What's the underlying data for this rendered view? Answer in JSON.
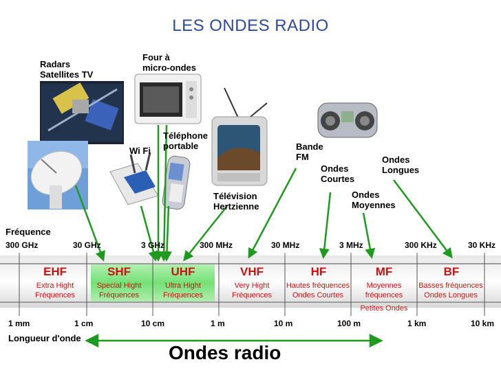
{
  "title": "LES ONDES RADIO",
  "device_labels": {
    "radars": [
      "Radars",
      "Satellites TV"
    ],
    "four": [
      "Four à",
      "micro-ondes"
    ],
    "wifi": "Wi Fi",
    "telephone": [
      "Téléphone",
      "portable"
    ],
    "television": [
      "Télévision",
      "Hertzienne"
    ],
    "bande_fm": [
      "Bande",
      "FM"
    ],
    "ondes_courtes": [
      "Ondes",
      "Courtes"
    ],
    "ondes_moyennes": [
      "Ondes",
      "Moyennes"
    ],
    "ondes_longues": [
      "Ondes",
      "Longues"
    ]
  },
  "frequency_label": "Fréquence",
  "frequency_ticks": [
    "300 GHz",
    "30 GHz",
    "3 GHz",
    "300 MHz",
    "30 MHz",
    "3 MHz",
    "300 KHz",
    "30 KHz"
  ],
  "bands": [
    {
      "code": "EHF",
      "desc": [
        "Extra Hight",
        "Fréquences"
      ]
    },
    {
      "code": "SHF",
      "desc": [
        "Special Hight",
        "Fréquences"
      ]
    },
    {
      "code": "UHF",
      "desc": [
        "Ultra Hight",
        "Fréquences"
      ]
    },
    {
      "code": "VHF",
      "desc": [
        "Very Hight",
        "Fréquences"
      ]
    },
    {
      "code": "HF",
      "desc": [
        "Hautes fréquences",
        "Ondes Courtes"
      ]
    },
    {
      "code": "MF",
      "desc": [
        "Moyennes",
        "fréquences"
      ]
    },
    {
      "code": "BF",
      "desc": [
        "Basses fréquences",
        "Ondes Longues"
      ]
    }
  ],
  "petites_ondes": "Petites Ondes",
  "wavelength_ticks": [
    "1 mm",
    "1 cm",
    "10 cm",
    "1 m",
    "10 m",
    "100 m",
    "1 km",
    "10 km"
  ],
  "wavelength_label": "Longueur d'onde",
  "bottom_title": "Ondes radio",
  "colors": {
    "title": "#2e4a9e",
    "band_text": "#cc1111",
    "highlight": "#7fe07f",
    "arrow": "#1e9a1e"
  }
}
